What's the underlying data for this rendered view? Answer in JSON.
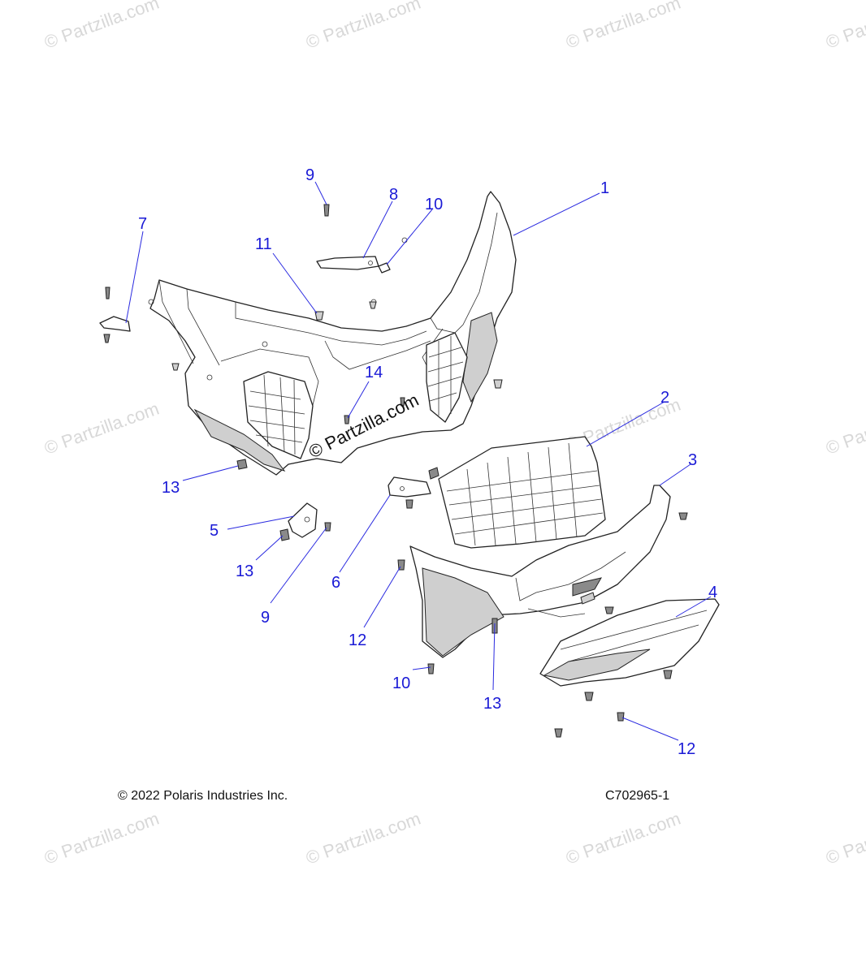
{
  "watermark": "© Partzilla.com",
  "callouts": [
    {
      "id": "1",
      "label": "1"
    },
    {
      "id": "2",
      "label": "2"
    },
    {
      "id": "3",
      "label": "3"
    },
    {
      "id": "4",
      "label": "4"
    },
    {
      "id": "5",
      "label": "5"
    },
    {
      "id": "6",
      "label": "6"
    },
    {
      "id": "7",
      "label": "7"
    },
    {
      "id": "8",
      "label": "8"
    },
    {
      "id": "9a",
      "label": "9"
    },
    {
      "id": "9b",
      "label": "9"
    },
    {
      "id": "10a",
      "label": "10"
    },
    {
      "id": "10b",
      "label": "10"
    },
    {
      "id": "11",
      "label": "11"
    },
    {
      "id": "12a",
      "label": "12"
    },
    {
      "id": "12b",
      "label": "12"
    },
    {
      "id": "13a",
      "label": "13"
    },
    {
      "id": "13b",
      "label": "13"
    },
    {
      "id": "13c",
      "label": "13"
    },
    {
      "id": "14",
      "label": "14"
    }
  ],
  "footer": {
    "copyright": "© 2022 Polaris Industries Inc.",
    "diagram_code": "C702965-1"
  }
}
